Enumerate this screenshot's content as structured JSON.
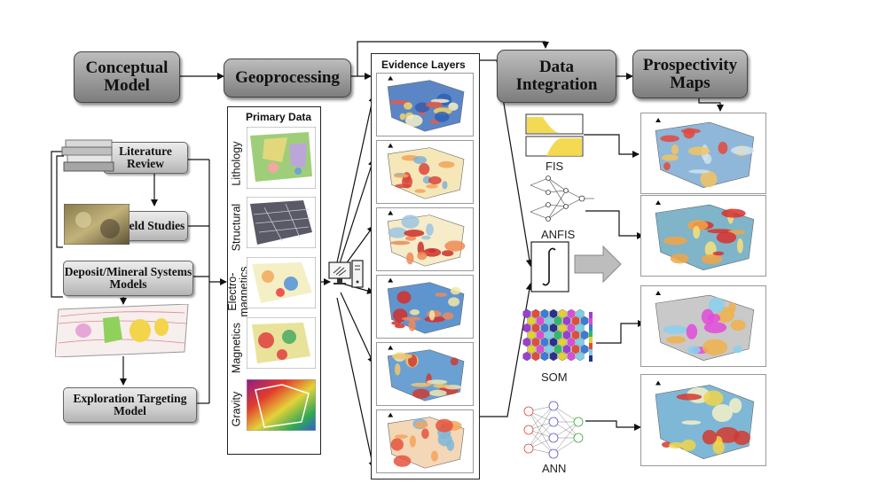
{
  "boxes": {
    "conceptual": "Conceptual\nModel",
    "geoprocessing": "Geoprocessing",
    "data_integration": "Data\nIntegration",
    "prospectivity": "Prospectivity\nMaps",
    "literature": "Literature\nReview",
    "field": "Field Studies",
    "deposit": "Deposit/Mineral Systems\nModels",
    "exploration": "Exploration Targeting\nModel"
  },
  "primary_data": {
    "title": "Primary Data",
    "layers": [
      "Lithology",
      "Structural",
      "Electro-\nmagnetics",
      "Magnetics",
      "Gravity"
    ]
  },
  "evidence_layers": {
    "title": "Evidence Layers"
  },
  "methods": [
    "FIS",
    "ANFIS",
    "SOM",
    "ANN"
  ],
  "colors": {
    "box_gray": "#9a9a9a",
    "arrow": "#111111"
  }
}
